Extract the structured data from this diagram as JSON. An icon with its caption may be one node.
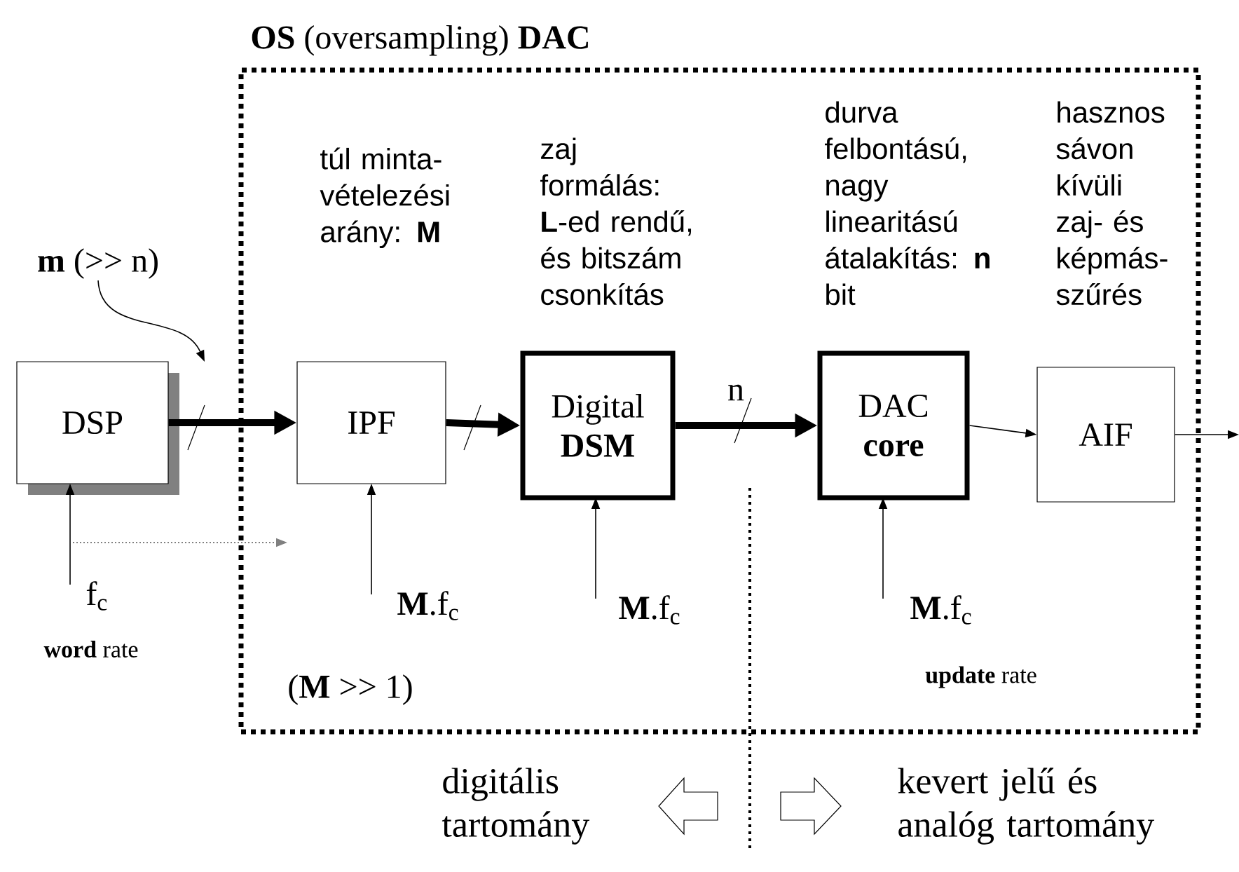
{
  "diagram": {
    "nodes": [
      {
        "text": [
          "**OS** (oversampling) **DAC**"
        ]
      },
      {
        "text": [
          "DSP"
        ]
      },
      {
        "text": [
          "IPF"
        ],
        "in": 0
      },
      {
        "text": [
          "Digital **DSM**"
        ],
        "in": 0
      },
      {
        "text": [
          "DAC **core**"
        ],
        "in": 0
      },
      {
        "text": [
          "AIF"
        ],
        "in": 0
      },
      {
        "text": [
          "f$_{c}$"
        ]
      },
      {
        "text": [
          "**M**.f$_{c}$"
        ],
        "in": 0
      },
      {
        "text": [
          "**M**.f$_{c}$"
        ],
        "in": 0
      },
      {
        "text": [
          "**M**.f$_{c}$"
        ],
        "in": 0
      },
      {
        "text": [
          "**m** (>> n)"
        ]
      }
    ],
    "edges": [
      {
        "from": 1,
        "to": 2,
        "arrow": "to",
        "style": "thick"
      },
      {
        "from": 2,
        "to": 3,
        "arrow": "to",
        "style": "thick"
      },
      {
        "from": 3,
        "to": 4,
        "arrow": "to",
        "style": "thick",
        "label": "n"
      },
      {
        "from": 4,
        "to": 5,
        "arrow": "to"
      },
      {
        "from": 5,
        "to": null,
        "arrow": "to"
      },
      {
        "from": 6,
        "to": 1,
        "arrow": "to"
      },
      {
        "from": 7,
        "to": 2,
        "arrow": "to"
      },
      {
        "from": 8,
        "to": 3,
        "arrow": "to"
      },
      {
        "from": 9,
        "to": 4,
        "arrow": "to"
      },
      {
        "from": 6,
        "to": null,
        "arrow": "to",
        "style": "dashed",
        "color": "#808080"
      },
      {
        "from": 10,
        "to": null,
        "arrow": "to"
      }
    ],
    "labels": [
      "túl minta- vételezési arány: **M**",
      "zaj formálás: **L**-ed rendű, és bitszám csonkítás",
      "durva felbontású, nagy linearitású átalakítás: **n** bit",
      "hasznos sávon kívüli zaj- és képmás- szűrés",
      "**word** rate",
      "(**M** >> 1)",
      "**update** rate",
      "digitális tartomány",
      "kevert jelű és analóg tartomány"
    ]
  }
}
